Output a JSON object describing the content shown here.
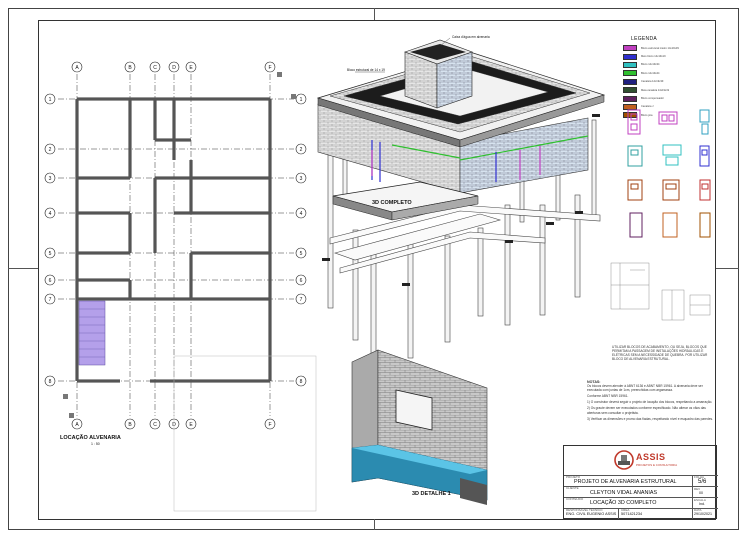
{
  "plan": {
    "title": "LOCAÇÃO ALVENARIA",
    "scale": "1 : 50",
    "grid_columns": [
      "A",
      "B",
      "C",
      "D",
      "E",
      "F"
    ],
    "grid_rows": [
      "1",
      "2",
      "3",
      "4",
      "5",
      "6",
      "7",
      "8"
    ]
  },
  "view3d": {
    "title": "3D COMPLETO",
    "callout_top": "Caixa d'água em alvenaria",
    "callout_left": "Bloco estrutural de 14 x 19"
  },
  "detail": {
    "title": "3D DETALHE 1"
  },
  "legend": {
    "title": "LEGENDA",
    "items": [
      {
        "text": "Bloco estrutural inteiro 14x19x39",
        "color": "#c040c0"
      },
      {
        "text": "Meio bloco 14x19x19",
        "color": "#3030d0"
      },
      {
        "text": "Bloco 14x19x34",
        "color": "#30c0c0"
      },
      {
        "text": "Bloco 14x19x44",
        "color": "#30c030"
      },
      {
        "text": "Canaleta 14x19x39",
        "color": "#202080"
      },
      {
        "text": "Meia canaleta 14x19x19",
        "color": "#305030"
      },
      {
        "text": "Bloco compensador",
        "color": "#602060"
      },
      {
        "text": "Canaleta J",
        "color": "#c06020"
      },
      {
        "text": "Bloco jota",
        "color": "#a05000"
      }
    ]
  },
  "note_upper": "UTILIZAR BLOCOS DE ACABAMENTO, OU SEJA, BLOCOS QUE PERMITAM A PASSAGEM DE INSTALAÇÕES HIDRÁULICAS E ELÉTRICAS SEM A NECESSIDADE DE QUEBRA. POR UTILIZAR BLOCO DE ALVENARIA ESTRUTURAL.",
  "notes": {
    "title": "NOTAS:",
    "paragraphs": [
      "Os blocos devem atender à ABNT 6136 e ABNT NBR 15961. A alvenaria deve ser executada com juntas de 1cm, preenchidas com argamassa.",
      "Conforme ABNT NBR 15961.",
      "1) O construtor deverá seguir o projeto de locação dos blocos, respeitando a amarração.",
      "2) Os graute devem ser executados conforme especificado. Não alterar os vãos das aberturas sem consultar o projetista.",
      "3) Verificar as dimensões e prumo das fiadas, respeitando nível e esquadro das paredes."
    ]
  },
  "company": {
    "name": "ASSIS",
    "tagline": "PROJETOS E CONSULTORIA"
  },
  "title_block": {
    "label_project": "PROJETO",
    "project": "PROJETO DE ALVENARIA ESTRUTURAL",
    "label_client": "CLIENTE",
    "client": "CLEYTON VIDAL ANANIAS",
    "label_content": "CONTEÚDO",
    "content": "LOCAÇÃO 3D COMPLETO",
    "label_responsible": "RESPONSÁVEL TÉCNICO",
    "responsible": "ENG. CIVIL EUGENIO ASSIS",
    "label_registry": "CREA",
    "registry": "5071421234",
    "label_date": "DATA",
    "date": "29/10/2021",
    "label_sheet": "FOLHA",
    "sheet": "5/6",
    "label_revision": "REV",
    "revision": "00",
    "label_scale": "ESCALA",
    "scale": "Ind."
  }
}
